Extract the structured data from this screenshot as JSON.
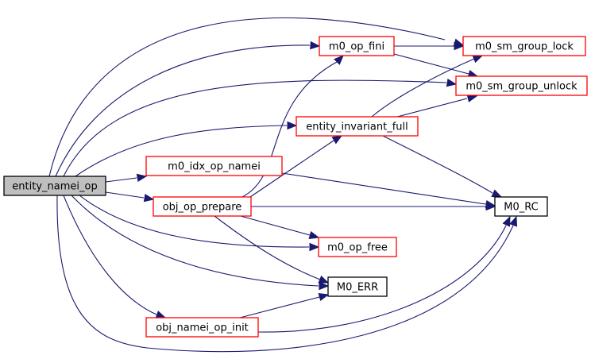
{
  "graph": {
    "type": "call-graph",
    "root": "entity_namei_op",
    "colors": {
      "edge": "#191970",
      "root_fill": "#bfbfbf",
      "root_border": "#000000",
      "documented_border": "#ff0000",
      "undocumented_border": "#000000"
    },
    "nodes": [
      {
        "id": "entity_namei_op",
        "label": "entity_namei_op",
        "kind": "root"
      },
      {
        "id": "m0_op_fini",
        "label": "m0_op_fini",
        "kind": "documented"
      },
      {
        "id": "m0_sm_group_lock",
        "label": "m0_sm_group_lock",
        "kind": "documented"
      },
      {
        "id": "m0_sm_group_unlock",
        "label": "m0_sm_group_unlock",
        "kind": "documented"
      },
      {
        "id": "entity_invariant_full",
        "label": "entity_invariant_full",
        "kind": "documented"
      },
      {
        "id": "m0_idx_op_namei",
        "label": "m0_idx_op_namei",
        "kind": "documented"
      },
      {
        "id": "obj_op_prepare",
        "label": "obj_op_prepare",
        "kind": "documented"
      },
      {
        "id": "M0_RC",
        "label": "M0_RC",
        "kind": "plain"
      },
      {
        "id": "m0_op_free",
        "label": "m0_op_free",
        "kind": "documented"
      },
      {
        "id": "M0_ERR",
        "label": "M0_ERR",
        "kind": "plain"
      },
      {
        "id": "obj_namei_op_init",
        "label": "obj_namei_op_init",
        "kind": "documented"
      }
    ],
    "edges": [
      {
        "from": "entity_namei_op",
        "to": "m0_op_fini"
      },
      {
        "from": "entity_namei_op",
        "to": "m0_sm_group_lock"
      },
      {
        "from": "entity_namei_op",
        "to": "m0_sm_group_unlock"
      },
      {
        "from": "entity_namei_op",
        "to": "entity_invariant_full"
      },
      {
        "from": "entity_namei_op",
        "to": "m0_idx_op_namei"
      },
      {
        "from": "entity_namei_op",
        "to": "obj_op_prepare"
      },
      {
        "from": "entity_namei_op",
        "to": "m0_op_free"
      },
      {
        "from": "entity_namei_op",
        "to": "M0_ERR"
      },
      {
        "from": "entity_namei_op",
        "to": "obj_namei_op_init"
      },
      {
        "from": "entity_namei_op",
        "to": "M0_RC"
      },
      {
        "from": "m0_op_fini",
        "to": "m0_sm_group_lock"
      },
      {
        "from": "m0_op_fini",
        "to": "m0_sm_group_unlock"
      },
      {
        "from": "entity_invariant_full",
        "to": "m0_sm_group_lock"
      },
      {
        "from": "entity_invariant_full",
        "to": "m0_sm_group_unlock"
      },
      {
        "from": "entity_invariant_full",
        "to": "M0_RC"
      },
      {
        "from": "m0_idx_op_namei",
        "to": "M0_RC"
      },
      {
        "from": "obj_op_prepare",
        "to": "m0_op_fini"
      },
      {
        "from": "obj_op_prepare",
        "to": "entity_invariant_full"
      },
      {
        "from": "obj_op_prepare",
        "to": "M0_RC"
      },
      {
        "from": "obj_op_prepare",
        "to": "m0_op_free"
      },
      {
        "from": "obj_op_prepare",
        "to": "M0_ERR"
      },
      {
        "from": "obj_namei_op_init",
        "to": "M0_ERR"
      },
      {
        "from": "obj_namei_op_init",
        "to": "M0_RC"
      }
    ]
  }
}
